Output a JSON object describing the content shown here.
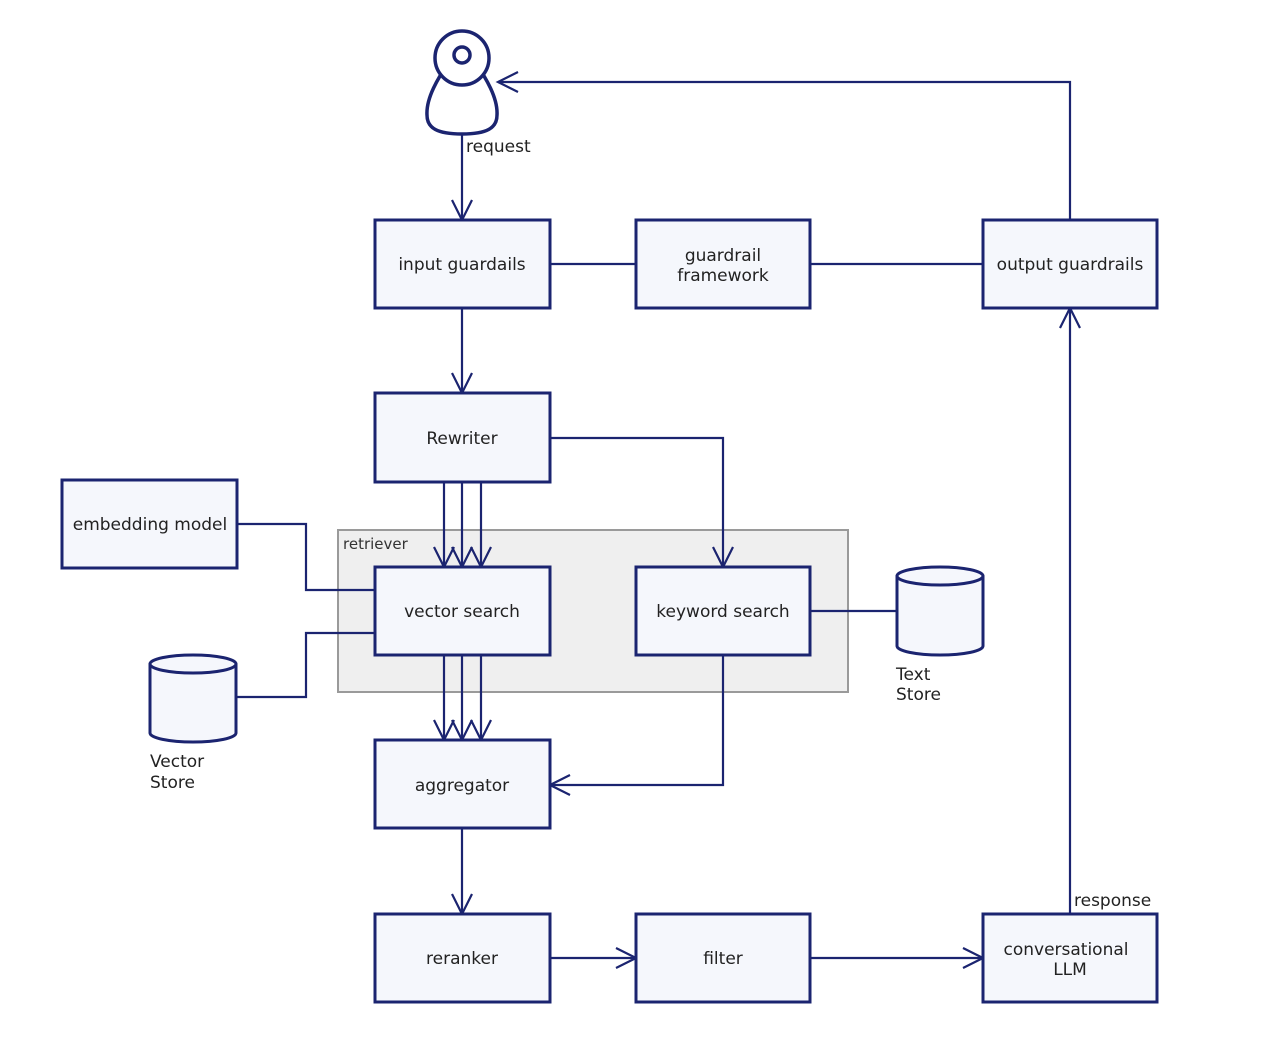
{
  "nodes": {
    "input_guardrails": "input guardails",
    "guardrail_framework": [
      "guardrail",
      "framework"
    ],
    "output_guardrails": "output guardrails",
    "rewriter": "Rewriter",
    "embedding_model": "embedding model",
    "vector_search": "vector search",
    "keyword_search": "keyword search",
    "aggregator": "aggregator",
    "reranker": "reranker",
    "filter": "filter",
    "conversational_llm": [
      "conversational",
      "LLM"
    ]
  },
  "stores": {
    "vector_store": [
      "Vector",
      "Store"
    ],
    "text_store": [
      "Text",
      "Store"
    ]
  },
  "group": {
    "retriever": "retriever"
  },
  "edge_labels": {
    "request": "request",
    "response": "response"
  },
  "colors": {
    "stroke": "#1b2470",
    "box_fill": "#f5f7fc",
    "group_fill": "#efefef",
    "group_stroke": "#9a9a9a"
  },
  "icons": {
    "user": "user-icon",
    "database": "database-icon"
  }
}
